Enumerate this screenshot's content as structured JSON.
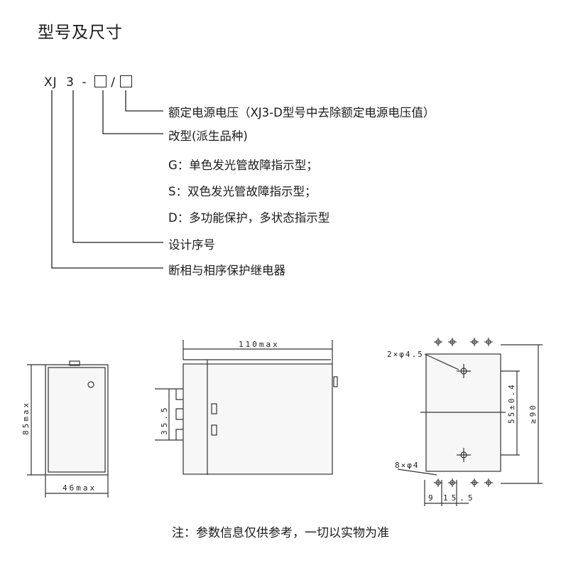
{
  "title": "型号及尺寸",
  "model_code": {
    "prefix": "XJ",
    "number": "3",
    "dash": "-",
    "slash": "/"
  },
  "descriptions": [
    "额定电源电压（XJ3-D型号中去除额定电源电压值）",
    "改型(派生品种)",
    "G：单色发光管故障指示型；",
    "S：双色发光管故障指示型；",
    "D：多功能保护，多状态指示型",
    "设计序号",
    "断相与相序保护继电器"
  ],
  "dimensions": {
    "height": "85max",
    "width": "46max",
    "depth": "110max",
    "pin_pitch_a": "35.5",
    "hole_top": "2×φ4.5",
    "hole_bottom": "8×φ4",
    "hole_distance": "55±0.4",
    "overall": "≥90",
    "bottom_a": "9",
    "bottom_b": "15.5"
  },
  "note": "注：参数信息仅供参考，一切以实物为准"
}
